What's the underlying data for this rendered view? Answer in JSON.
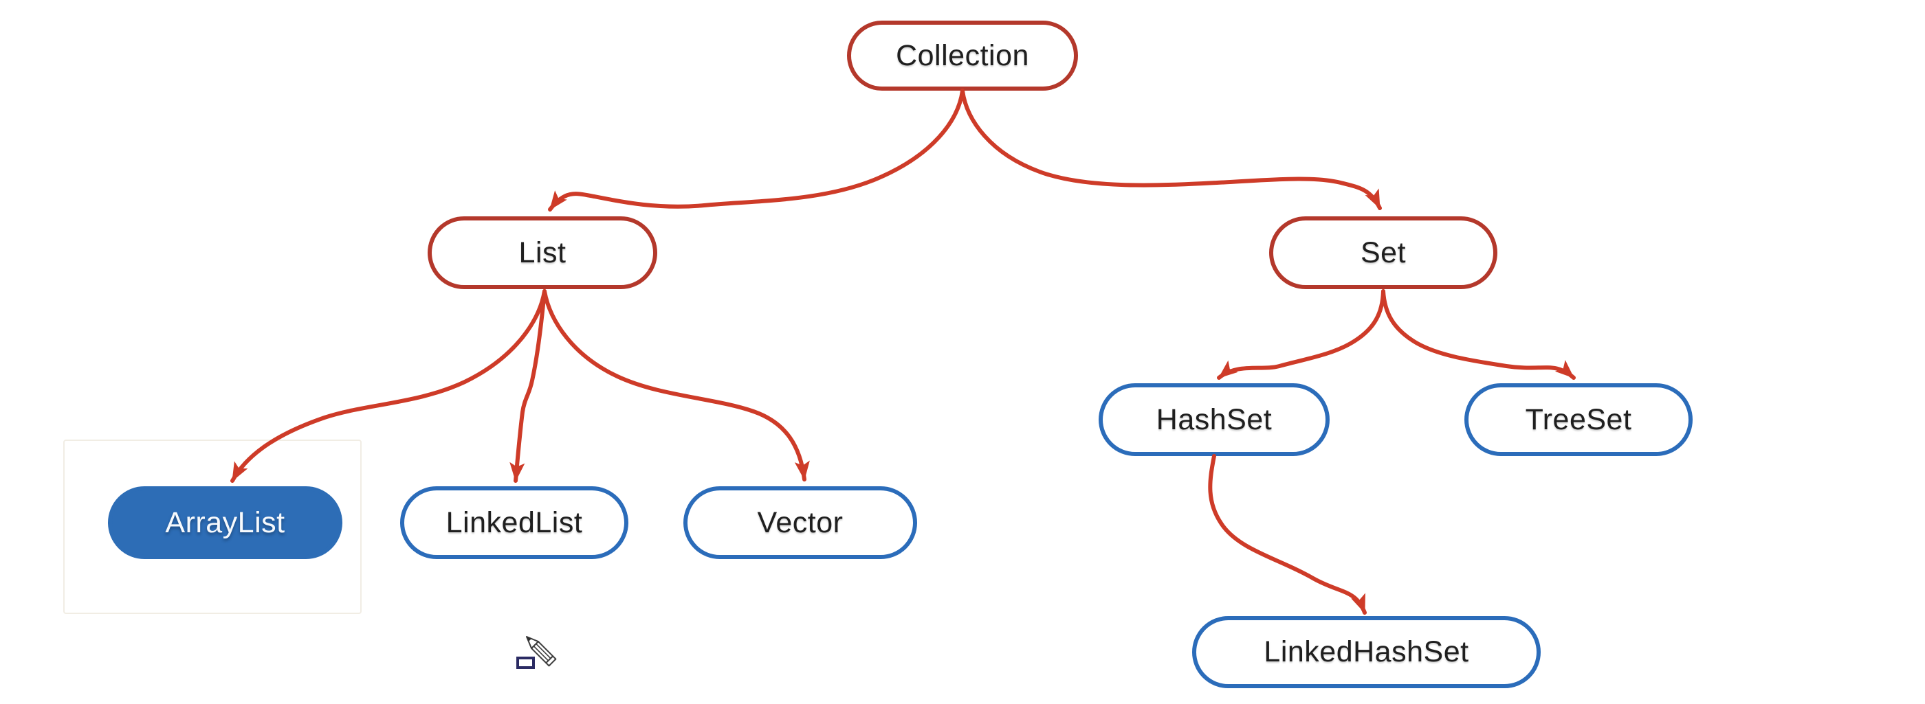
{
  "nodes": {
    "collection": {
      "label": "Collection"
    },
    "list": {
      "label": "List"
    },
    "set": {
      "label": "Set"
    },
    "arraylist": {
      "label": "ArrayList"
    },
    "linkedlist": {
      "label": "LinkedList"
    },
    "vector": {
      "label": "Vector"
    },
    "hashset": {
      "label": "HashSet"
    },
    "treeset": {
      "label": "TreeSet"
    },
    "linkedhashset": {
      "label": "LinkedHashSet"
    }
  },
  "edges": [
    {
      "from": "Collection",
      "to": "List"
    },
    {
      "from": "Collection",
      "to": "Set"
    },
    {
      "from": "List",
      "to": "ArrayList"
    },
    {
      "from": "List",
      "to": "LinkedList"
    },
    {
      "from": "List",
      "to": "Vector"
    },
    {
      "from": "Set",
      "to": "HashSet"
    },
    {
      "from": "Set",
      "to": "TreeSet"
    },
    {
      "from": "HashSet",
      "to": "LinkedHashSet"
    }
  ],
  "icons": {
    "cursor": "pencil-cursor"
  },
  "colors": {
    "red_edge": "#ce3b28",
    "red_node_border": "#b4382b",
    "blue_node": "#2d6db6",
    "blue_node_border": "#2b6cba",
    "text_dark": "#1f1f1f",
    "text_light": "#f7fafd",
    "background": "#ffffff"
  }
}
